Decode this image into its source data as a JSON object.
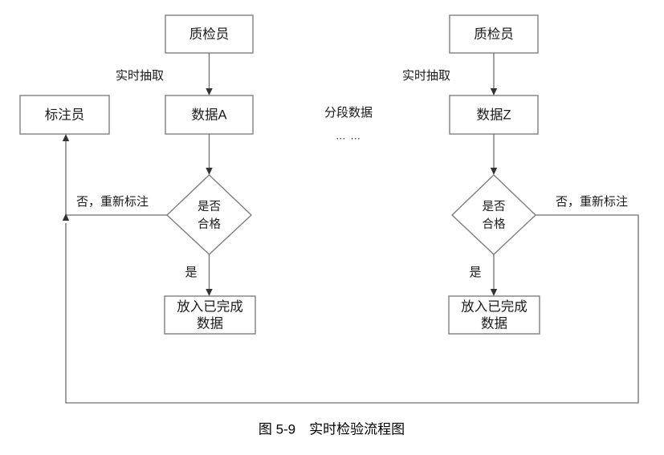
{
  "figure": {
    "caption_number": "图 5-9",
    "caption_title": "实时检验流程图",
    "caption_full": "图 5-9　实时检验流程图"
  },
  "colors": {
    "box_stroke": "#7f7f7f",
    "connector_stroke": "#6e6e6e",
    "arrow_fill": "#333333",
    "text": "#1a1a1a",
    "background": "#ffffff"
  },
  "left_branch": {
    "inspector_node": "质检员",
    "data_node": "数据A",
    "annotator_node": "标注员",
    "decision_node_line1": "是否",
    "decision_node_line2": "合格",
    "done_node_line1": "放入已完成",
    "done_node_line2": "数据",
    "edge_extract": "实时抽取",
    "edge_reject": "否，重新标注",
    "edge_pass": "是"
  },
  "right_branch": {
    "inspector_node": "质检员",
    "data_node": "数据Z",
    "decision_node_line1": "是否",
    "decision_node_line2": "合格",
    "done_node_line1": "放入已完成",
    "done_node_line2": "数据",
    "edge_extract": "实时抽取",
    "edge_reject": "否，重新标注",
    "edge_pass": "是"
  },
  "middle_note": {
    "label": "分段数据",
    "ellipsis": "…  …"
  }
}
